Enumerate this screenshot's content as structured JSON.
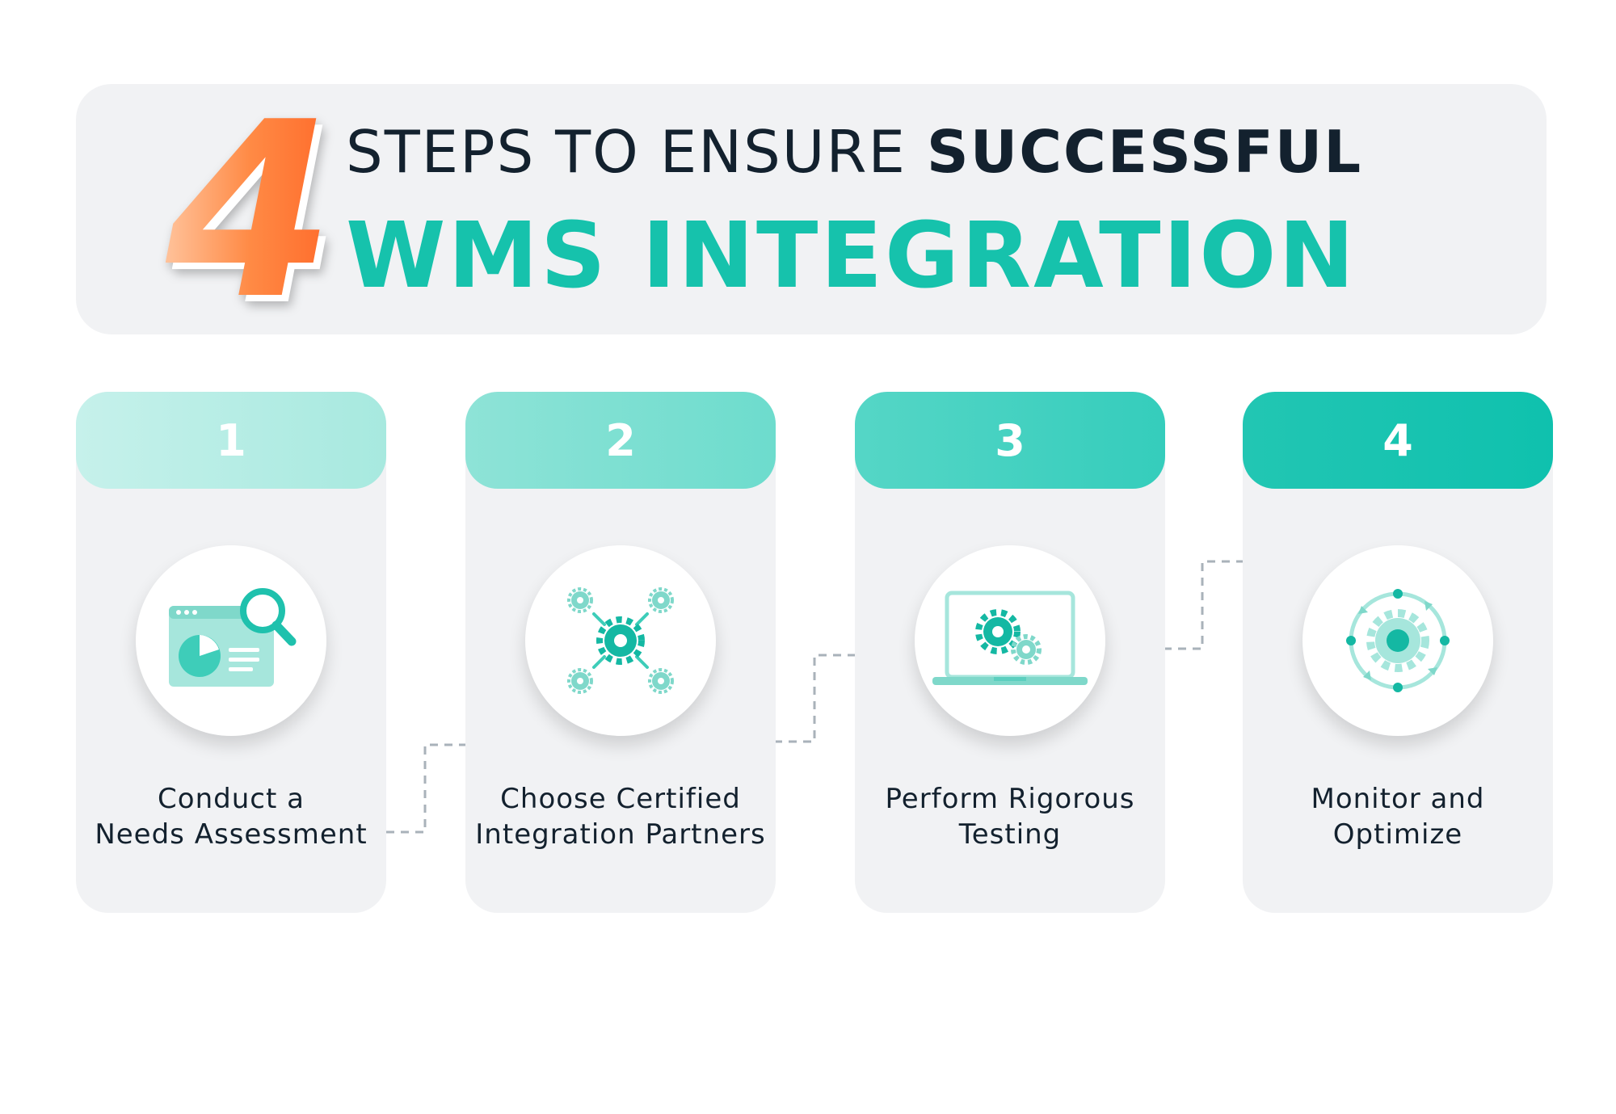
{
  "header": {
    "number": "4",
    "line1_light": "STEPS TO ENSURE ",
    "line1_bold": "SUCCESSFUL",
    "line2": "WMS INTEGRATION"
  },
  "steps": [
    {
      "number": "1",
      "label_line1": "Conduct a",
      "label_line2": "Needs Assessment",
      "icon": "needs-assessment-icon",
      "head_color": "#b3ece4"
    },
    {
      "number": "2",
      "label_line1": "Choose Certified",
      "label_line2": "Integration Partners",
      "icon": "integration-partners-icon",
      "head_color": "#7fe0d3"
    },
    {
      "number": "3",
      "label_line1": "Perform Rigorous",
      "label_line2": "Testing",
      "icon": "testing-laptop-icon",
      "head_color": "#3fcfbf"
    },
    {
      "number": "4",
      "label_line1": "Monitor and",
      "label_line2": "Optimize",
      "icon": "monitor-optimize-icon",
      "head_color": "#13c2b0"
    }
  ],
  "colors": {
    "accent_orange": "#ff7a3d",
    "accent_teal": "#16c2ac",
    "text_dark": "#13212e",
    "panel_bg": "#f1f2f4"
  }
}
